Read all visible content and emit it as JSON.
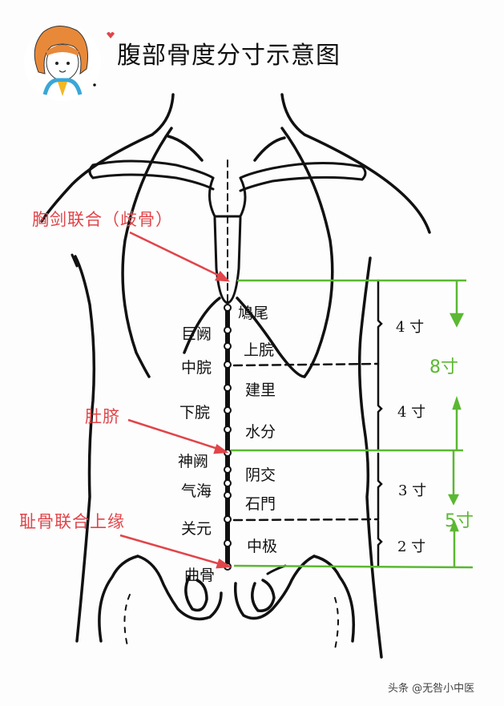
{
  "title": "腹部骨度分寸示意图",
  "colors": {
    "annotation_red": "#e0454a",
    "measure_green": "#5bb832",
    "line_black": "#111111",
    "background": "#fdfdfd"
  },
  "annotations": {
    "xiphisternal": "胸剑联合（歧骨）",
    "navel": "肚脐",
    "pubic": "耻骨联合上缘"
  },
  "points_left": {
    "juque": "巨阙",
    "zhongwan": "中脘",
    "xiawan": "下脘",
    "shenque": "神阙",
    "qihai": "气海",
    "guanyuan": "关元",
    "qugu": "曲骨"
  },
  "points_right": {
    "jiuwei": "鳩尾",
    "shangwan": "上脘",
    "jianli": "建里",
    "shuifen": "水分",
    "yinjiao": "阴交",
    "shimen": "石門",
    "zhongji": "中极"
  },
  "segments": {
    "upper_1": "4 寸",
    "upper_2": "4 寸",
    "lower_1": "3 寸",
    "lower_2": "2 寸"
  },
  "totals": {
    "upper": "8寸",
    "lower": "5寸"
  },
  "avatar": "avatar-cartoon-girl",
  "watermark": "头条 @无咎小中医"
}
